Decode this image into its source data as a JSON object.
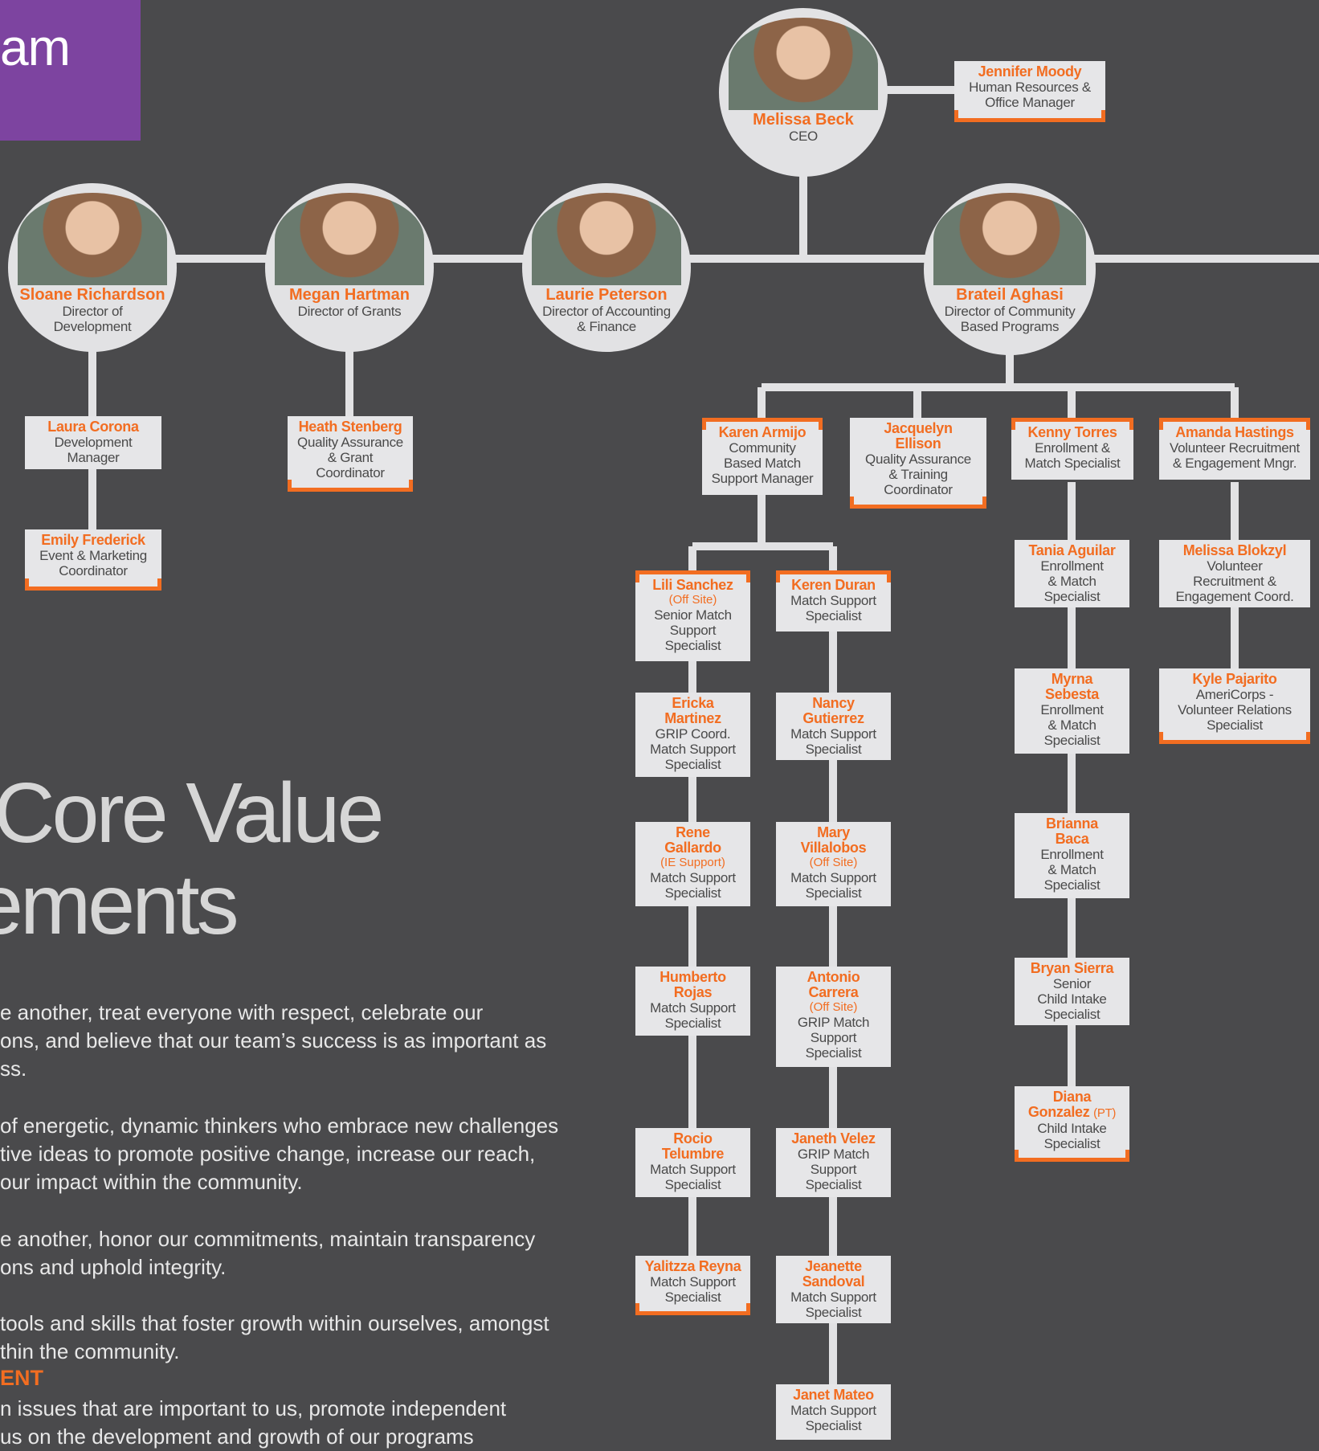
{
  "header": {
    "title_fragment": "am"
  },
  "ceo": {
    "name": "Melissa Beck",
    "role": "CEO"
  },
  "hr": {
    "name": "Jennifer Moody",
    "role": [
      "Human Resources &",
      "Office Manager"
    ]
  },
  "directors": [
    {
      "name": "Sloane Richardson",
      "role": [
        "Director of",
        "Development"
      ]
    },
    {
      "name": "Megan Hartman",
      "role": [
        "Director of Grants"
      ]
    },
    {
      "name": "Laurie Peterson",
      "role": [
        "Director of Accounting",
        "& Finance"
      ]
    },
    {
      "name": "Brateil Aghasi",
      "role": [
        "Director of Community",
        "Based Programs"
      ]
    }
  ],
  "staff": {
    "laura": {
      "name": "Laura Corona",
      "role": [
        "Development",
        "Manager"
      ]
    },
    "emily": {
      "name": "Emily Frederick",
      "role": [
        "Event & Marketing",
        "Coordinator"
      ]
    },
    "heath": {
      "name": "Heath Stenberg",
      "role": [
        "Quality Assurance",
        "& Grant",
        "Coordinator"
      ]
    },
    "karen": {
      "name": "Karen Armijo",
      "role": [
        "Community",
        "Based Match",
        "Support Manager"
      ]
    },
    "jacquelyn": {
      "name": [
        "Jacquelyn",
        "Ellison"
      ],
      "role": [
        "Quality Assurance",
        "& Training",
        "Coordinator"
      ]
    },
    "kenny": {
      "name": "Kenny Torres",
      "role": [
        "Enrollment &",
        "Match Specialist"
      ]
    },
    "amanda": {
      "name": "Amanda Hastings",
      "role": [
        "Volunteer Recruitment",
        "& Engagement Mngr."
      ]
    },
    "lili": {
      "name": "Lili Sanchez",
      "note": "(Off Site)",
      "role": [
        "Senior Match",
        "Support",
        "Specialist"
      ]
    },
    "ericka": {
      "name": [
        "Ericka",
        "Martinez"
      ],
      "role": [
        "GRIP Coord.",
        "Match Support",
        "Specialist"
      ]
    },
    "rene": {
      "name": [
        "Rene",
        "Gallardo"
      ],
      "note": "(IE Support)",
      "role": [
        "Match Support",
        "Specialist"
      ]
    },
    "humberto": {
      "name": [
        "Humberto",
        "Rojas"
      ],
      "role": [
        "Match Support",
        "Specialist"
      ]
    },
    "rocio": {
      "name": [
        "Rocio",
        "Telumbre"
      ],
      "role": [
        "Match Support",
        "Specialist"
      ]
    },
    "yalitzza": {
      "name": "Yalitzza Reyna",
      "role": [
        "Match Support",
        "Specialist"
      ]
    },
    "keren": {
      "name": "Keren Duran",
      "role": [
        "Match Support",
        "Specialist"
      ]
    },
    "nancy": {
      "name": [
        "Nancy",
        "Gutierrez"
      ],
      "role": [
        "Match Support",
        "Specialist"
      ]
    },
    "mary": {
      "name": [
        "Mary",
        "Villalobos"
      ],
      "note": "(Off Site)",
      "role": [
        "Match Support",
        "Specialist"
      ]
    },
    "antonio": {
      "name": [
        "Antonio",
        "Carrera"
      ],
      "note": "(Off Site)",
      "role": [
        "GRIP Match",
        "Support",
        "Specialist"
      ]
    },
    "janeth": {
      "name": "Janeth Velez",
      "role": [
        "GRIP Match",
        "Support",
        "Specialist"
      ]
    },
    "jeanette": {
      "name": [
        "Jeanette",
        "Sandoval"
      ],
      "role": [
        "Match Support",
        "Specialist"
      ]
    },
    "janet": {
      "name": "Janet Mateo",
      "role": [
        "Match Support",
        "Specialist"
      ]
    },
    "tania": {
      "name": "Tania Aguilar",
      "role": [
        "Enrollment",
        "& Match",
        "Specialist"
      ]
    },
    "myrna": {
      "name": [
        "Myrna",
        "Sebesta"
      ],
      "role": [
        "Enrollment",
        "& Match",
        "Specialist"
      ]
    },
    "brianna": {
      "name": [
        "Brianna",
        "Baca"
      ],
      "role": [
        "Enrollment",
        "& Match",
        "Specialist"
      ]
    },
    "bryan": {
      "name": "Bryan Sierra",
      "role": [
        "Senior",
        "Child Intake",
        "Specialist"
      ]
    },
    "diana": {
      "name": [
        "Diana",
        "Gonzalez"
      ],
      "suffix": "(PT)",
      "role": [
        "Child Intake",
        "Specialist"
      ]
    },
    "melissa_b": {
      "name": "Melissa Blokzyl",
      "role": [
        "Volunteer",
        "Recruitment &",
        "Engagement Coord."
      ]
    },
    "kyle": {
      "name": "Kyle Pajarito",
      "role": [
        "AmeriCorps -",
        "Volunteer Relations",
        "Specialist"
      ]
    }
  },
  "core_values": {
    "title_lines": [
      "Core Value",
      "ements"
    ],
    "paragraphs": [
      [
        "e another, treat everyone with respect, celebrate our",
        "ons, and believe that our team’s success is as important as",
        "ss."
      ],
      [
        "of energetic, dynamic thinkers who embrace new challenges",
        "tive ideas to promote positive change, increase our reach,",
        "our impact within the community."
      ],
      [
        "e another, honor our commitments, maintain transparency",
        "ons and uphold integrity."
      ],
      [
        "tools and skills that foster growth within ourselves, amongst",
        "thin the community."
      ]
    ],
    "heading": "ENT",
    "last_paragraph": [
      "n issues that are important to us, promote independent",
      "us on the development and growth of our programs"
    ]
  }
}
